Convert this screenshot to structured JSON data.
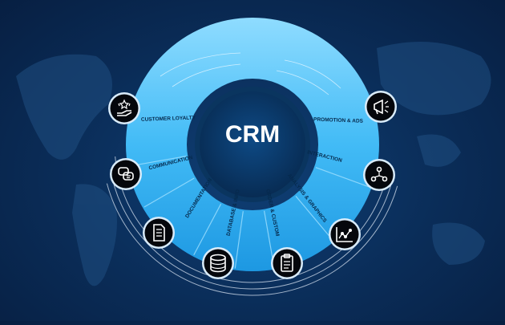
{
  "center": {
    "title": "CRM"
  },
  "colors": {
    "ring_light": "#7fd3ff",
    "ring_mid": "#3cb6f5",
    "ring_dark": "#1e9be4",
    "core": "#0b3a6b",
    "icon_bg": "#05070c",
    "background": "#0a2c57"
  },
  "segments": [
    {
      "label": "CUSTOMER LOYALTY",
      "icon": "loyalty-hand-stars-icon"
    },
    {
      "label": "COMMUNICATION",
      "icon": "chat-bubbles-icon"
    },
    {
      "label": "DOCUMENTATION",
      "icon": "document-icon"
    },
    {
      "label": "DATABASE & INFO",
      "icon": "database-icon"
    },
    {
      "label": "ORDER & CUSTOM",
      "icon": "clipboard-icon"
    },
    {
      "label": "ANALYSIS & GRAPHICS",
      "icon": "line-graph-icon"
    },
    {
      "label": "INTERACTION",
      "icon": "network-people-icon"
    },
    {
      "label": "PROMOTION & ADS",
      "icon": "megaphone-icon"
    }
  ]
}
